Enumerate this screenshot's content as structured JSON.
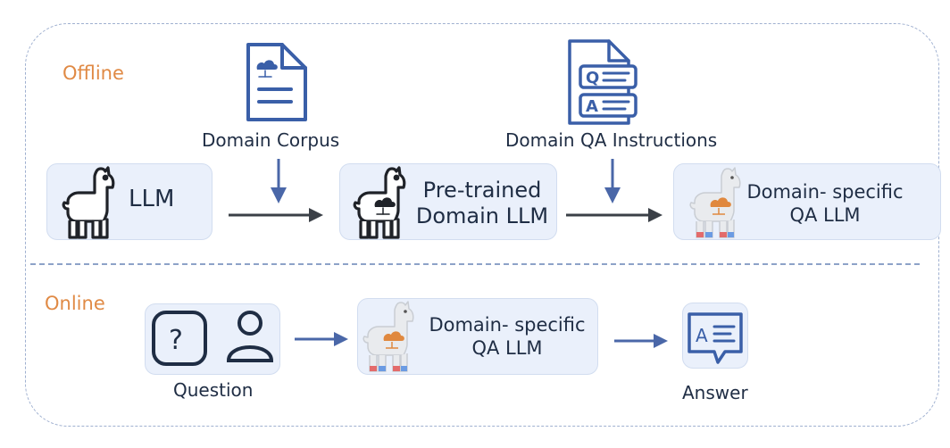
{
  "sections": {
    "offline_label": "Offline",
    "online_label": "Online"
  },
  "offline": {
    "llm": {
      "label": "LLM",
      "icon": "llama-icon"
    },
    "corpus": {
      "label": "Domain Corpus",
      "icon": "document-icon"
    },
    "pretrained": {
      "line1": "Pre-trained",
      "line2": "Domain LLM",
      "icon": "llama-cloud-icon"
    },
    "instructions": {
      "label": "Domain QA Instructions",
      "icon": "qa-document-icon"
    },
    "qa_llm": {
      "line1": "Domain- specific",
      "line2": "QA LLM",
      "icon": "llama-domain-icon"
    }
  },
  "online": {
    "question": {
      "label": "Question",
      "icons": [
        "question-icon",
        "user-icon"
      ]
    },
    "qa_llm": {
      "line1": "Domain- specific",
      "line2": "QA LLM",
      "icon": "llama-domain-icon"
    },
    "answer": {
      "label": "Answer",
      "icon": "answer-chat-icon"
    }
  },
  "colors": {
    "accent": "#e08a45",
    "box_fill": "#eaf0fb",
    "icon_blue": "#3a5fa8",
    "arrow_dark": "#3b4047",
    "arrow_blue": "#4a67a8"
  }
}
